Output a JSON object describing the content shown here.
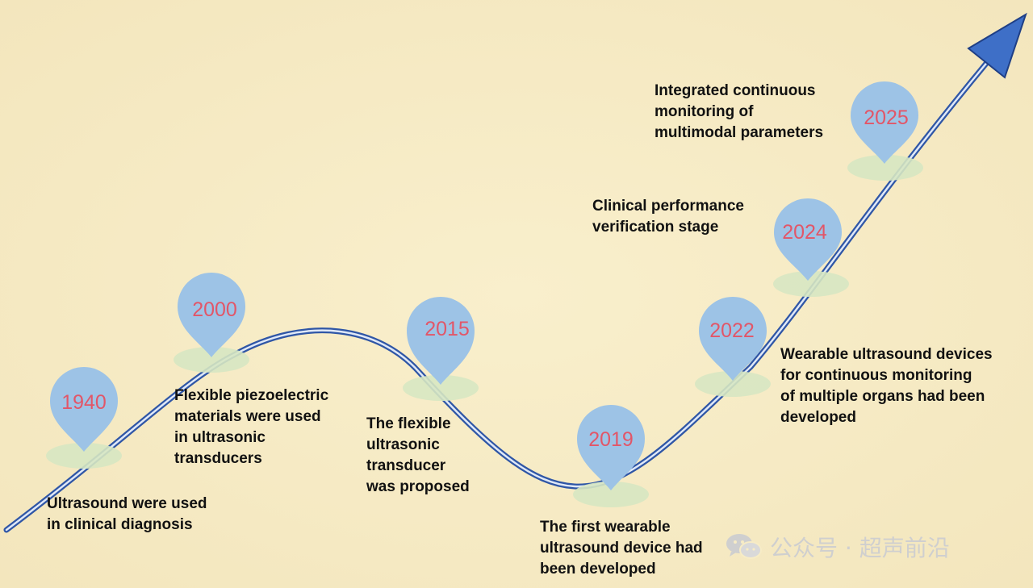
{
  "milestones": [
    {
      "year": "1940",
      "text": "Ultrasound were used\nin clinical diagnosis"
    },
    {
      "year": "2000",
      "text": "Flexible piezoelectric\nmaterials were used\nin ultrasonic\ntransducers"
    },
    {
      "year": "2015",
      "text": "The flexible\nultrasonic\ntransducer\nwas proposed"
    },
    {
      "year": "2019",
      "text": "The first wearable\nultrasound device had\nbeen developed"
    },
    {
      "year": "2022",
      "text": "Wearable ultrasound devices\nfor continuous monitoring\nof multiple organs had been\ndeveloped"
    },
    {
      "year": "2024",
      "text": "Clinical performance\nverification stage"
    },
    {
      "year": "2025",
      "text": "Integrated continuous\nmonitoring of\nmultimodal parameters"
    }
  ],
  "watermark": {
    "text": "公众号 · 超声前沿",
    "icon": "wechat-icon"
  },
  "colors": {
    "background": "#f7ecc6",
    "pin": "#9dc3e6",
    "pin_base": "#d9e8c3",
    "year_text": "#e25668",
    "line": "#3a63b0",
    "arrow": "#3e6fc7",
    "label_text": "#111111"
  }
}
